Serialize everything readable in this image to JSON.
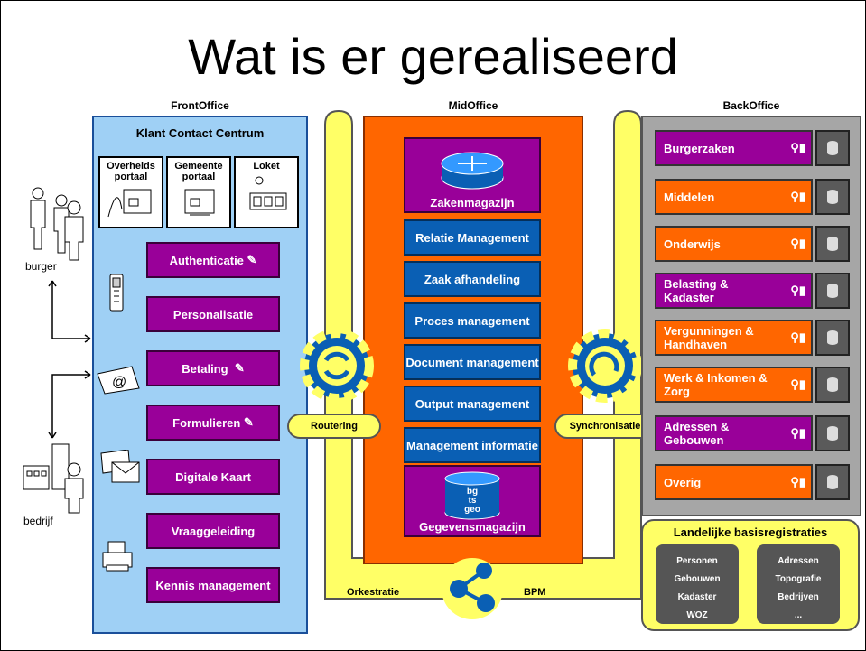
{
  "title": "Wat is er gerealiseerd",
  "columns": {
    "front": "FrontOffice",
    "mid": "MidOffice",
    "back": "BackOffice"
  },
  "front": {
    "header": "Klant Contact Centrum",
    "portals": [
      "Overheids portaal",
      "Gemeente portaal",
      "Loket"
    ],
    "items": [
      "Authenticatie",
      "Personalisatie",
      "Betaling",
      "Formulieren",
      "Digitale Kaart",
      "Vraaggeleiding",
      "Kennis management"
    ]
  },
  "actors": {
    "burger": "burger",
    "bedrijf": "bedrijf"
  },
  "mid": {
    "top": "Zakenmagazijn",
    "items": [
      "Relatie Management",
      "Zaak afhandeling",
      "Proces management",
      "Document management",
      "Output management",
      "Management informatie"
    ],
    "bottom": "Gegevensmagazijn",
    "db_labels": [
      "bg",
      "ts",
      "geo"
    ]
  },
  "connectors": {
    "left": "Routering",
    "right": "Synchronisatie",
    "bottom_left": "Orkestratie",
    "bottom_right": "BPM"
  },
  "back": {
    "items": [
      {
        "label": "Burgerzaken",
        "color": "#990099"
      },
      {
        "label": "Middelen",
        "color": "#ff6600"
      },
      {
        "label": "Onderwijs",
        "color": "#ff6600"
      },
      {
        "label": "Belasting & Kadaster",
        "color": "#990099"
      },
      {
        "label": "Vergunningen & Handhaven",
        "color": "#ff6600"
      },
      {
        "label": "Werk & Inkomen & Zorg",
        "color": "#ff6600"
      },
      {
        "label": "Adressen & Gebouwen",
        "color": "#990099"
      },
      {
        "label": "Overig",
        "color": "#ff6600"
      }
    ]
  },
  "registraties": {
    "title": "Landelijke basisregistraties",
    "left": [
      "Personen",
      "Gebouwen",
      "Kadaster",
      "WOZ"
    ],
    "right": [
      "Adressen",
      "Topografie",
      "Bedrijven",
      "..."
    ]
  },
  "colors": {
    "front": "#9fd0f5",
    "mid": "#ff6600",
    "purple": "#990099",
    "blue": "#0a5fb4",
    "yellow": "#ffff66",
    "back": "#a6a6a6"
  }
}
